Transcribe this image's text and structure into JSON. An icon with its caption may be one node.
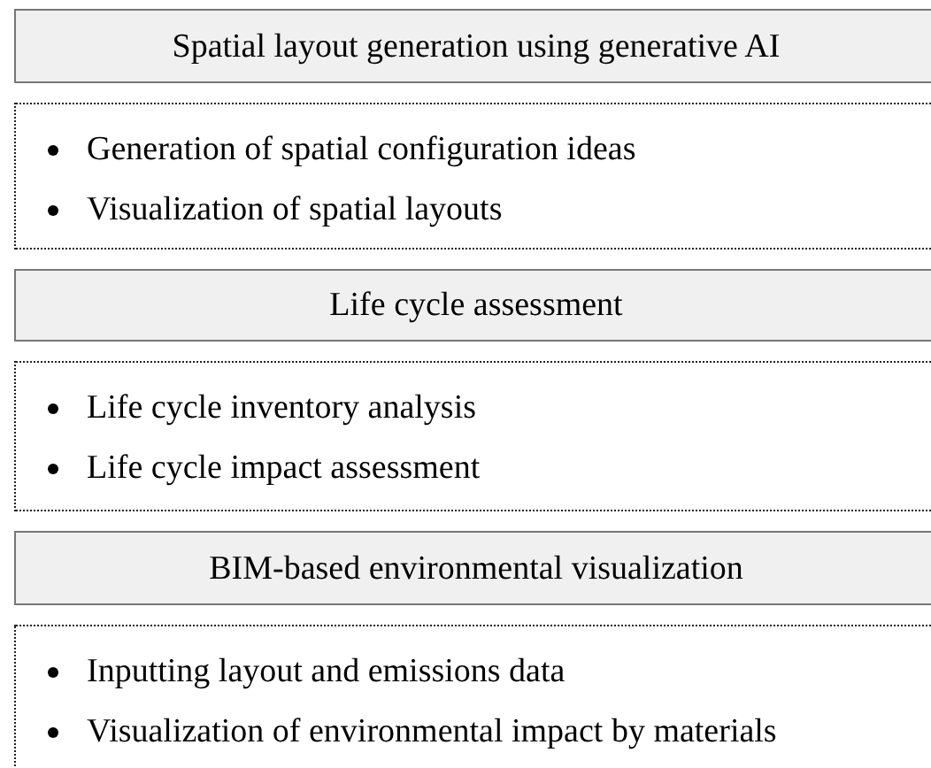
{
  "diagram": {
    "nodes": [
      {
        "text": [
          "Spatial layout generation using generative AI"
        ]
      },
      {
        "text": [
          "Generation of spatial configuration ideas",
          "Visualization of spatial layouts"
        ]
      },
      {
        "text": [
          "Life cycle assessment"
        ]
      },
      {
        "text": [
          "Life cycle inventory analysis",
          "Life cycle impact assessment"
        ]
      },
      {
        "text": [
          "BIM-based environmental visualization"
        ]
      },
      {
        "text": [
          "Inputting layout and emissions data",
          "Visualization of environmental impact by materials"
        ]
      }
    ]
  }
}
